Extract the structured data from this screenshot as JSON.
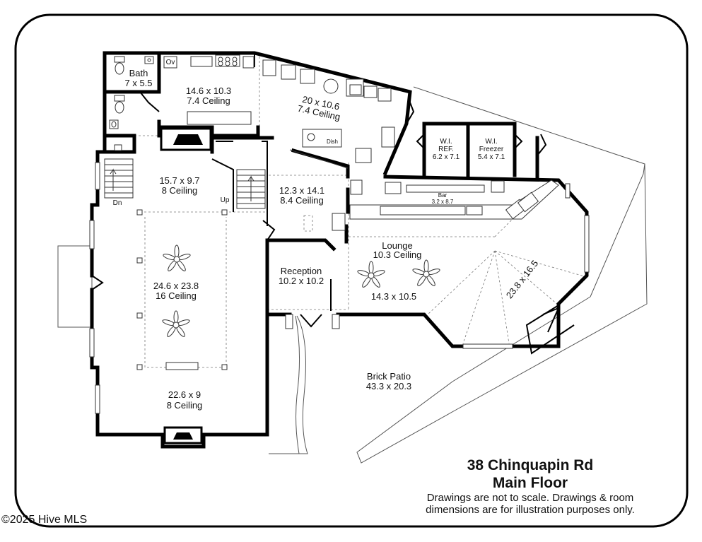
{
  "rooms": {
    "bath_name": "Bath",
    "bath_dims": "7 x 5.5",
    "kitchen_dims": "14.6 x 10.3",
    "kitchen_ceiling": "7.4 Ceiling",
    "kitchen2_dims": "20 x 10.6",
    "kitchen2_ceiling": "7.4 Ceiling",
    "wi_ref_name": "W.I.",
    "wi_ref_sub": "REF.",
    "wi_ref_dims": "6.2 x 7.1",
    "wi_freezer_name": "W.I.",
    "wi_freezer_sub": "Freezer",
    "wi_freezer_dims": "5.4 x 7.1",
    "hall_dims": "15.7 x 9.7",
    "hall_ceiling": "8 Ceiling",
    "office_dims": "12.3 x 14.1",
    "office_ceiling": "8.4 Ceiling",
    "bar_name": "Bar",
    "bar_dims": "3.2 x 8.7",
    "lounge_name": "Lounge",
    "lounge_ceiling": "10.3 Ceiling",
    "lounge_dims": "14.3 x 10.5",
    "octagon_dims": "23.8 x 16.5",
    "great_room_dims": "24.6 x 23.8",
    "great_room_ceiling": "16 Ceiling",
    "reception_name": "Reception",
    "reception_dims": "10.2 x 10.2",
    "front_room_dims": "22.6 x 9",
    "front_room_ceiling": "8 Ceiling",
    "patio_name": "Brick Patio",
    "patio_dims": "43.3 x 20.3"
  },
  "labels": {
    "stairs_down": "Dn",
    "stairs_up": "Up",
    "oven": "Ov",
    "dishwasher": "Dish"
  },
  "title": {
    "address": "38 Chinquapin Rd",
    "floor": "Main Floor",
    "note_line1": "Drawings are not to scale. Drawings & room",
    "note_line2": "dimensions are for illustration purposes only."
  },
  "watermark": "©2025 Hive MLS",
  "icons": {
    "ceiling_fan": "ceiling-fan-icon",
    "toilet": "toilet-icon",
    "sink": "sink-icon",
    "fireplace": "fireplace-icon",
    "stairs": "stairs-icon"
  }
}
